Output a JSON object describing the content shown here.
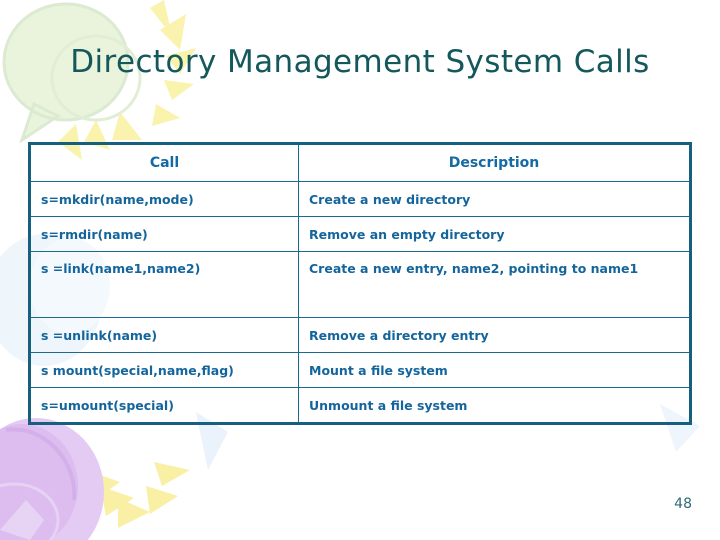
{
  "slide": {
    "title": "Directory Management System Calls",
    "page_number": "48",
    "colors": {
      "title": "#14585c",
      "table_text": "#14659c",
      "table_border": "#165f7e",
      "page_number": "#2d6b78",
      "decor_green": "#e4efd2",
      "decor_purple": "#d9b8ee",
      "decor_yellow": "#f8f2a8",
      "decor_blue": "#e8f2fb",
      "background": "#ffffff"
    }
  },
  "table": {
    "headers": [
      "Call",
      "Description"
    ],
    "rows": [
      {
        "call": "s=mkdir(name,mode)",
        "description": "Create a new directory",
        "tall": false
      },
      {
        "call": "s=rmdir(name)",
        "description": "Remove an empty directory",
        "tall": false
      },
      {
        "call": "s =link(name1,name2)",
        "description": "Create a new entry, name2, pointing to name1",
        "tall": true
      },
      {
        "call": "s =unlink(name)",
        "description": "Remove a directory entry",
        "tall": false
      },
      {
        "call": "s mount(special,name,flag)",
        "description": "Mount a file system",
        "tall": false
      },
      {
        "call": "s=umount(special)",
        "description": "Unmount a file system",
        "tall": false
      }
    ]
  },
  "decorations": [
    {
      "name": "green-speech-balloon",
      "position": "top-left"
    },
    {
      "name": "yellow-sunburst-rays",
      "position": "top-left"
    },
    {
      "name": "purple-balloon",
      "position": "bottom-left"
    },
    {
      "name": "yellow-sunburst-rays",
      "position": "bottom-left"
    },
    {
      "name": "blue-balloon-wisp",
      "position": "mid-left"
    }
  ]
}
